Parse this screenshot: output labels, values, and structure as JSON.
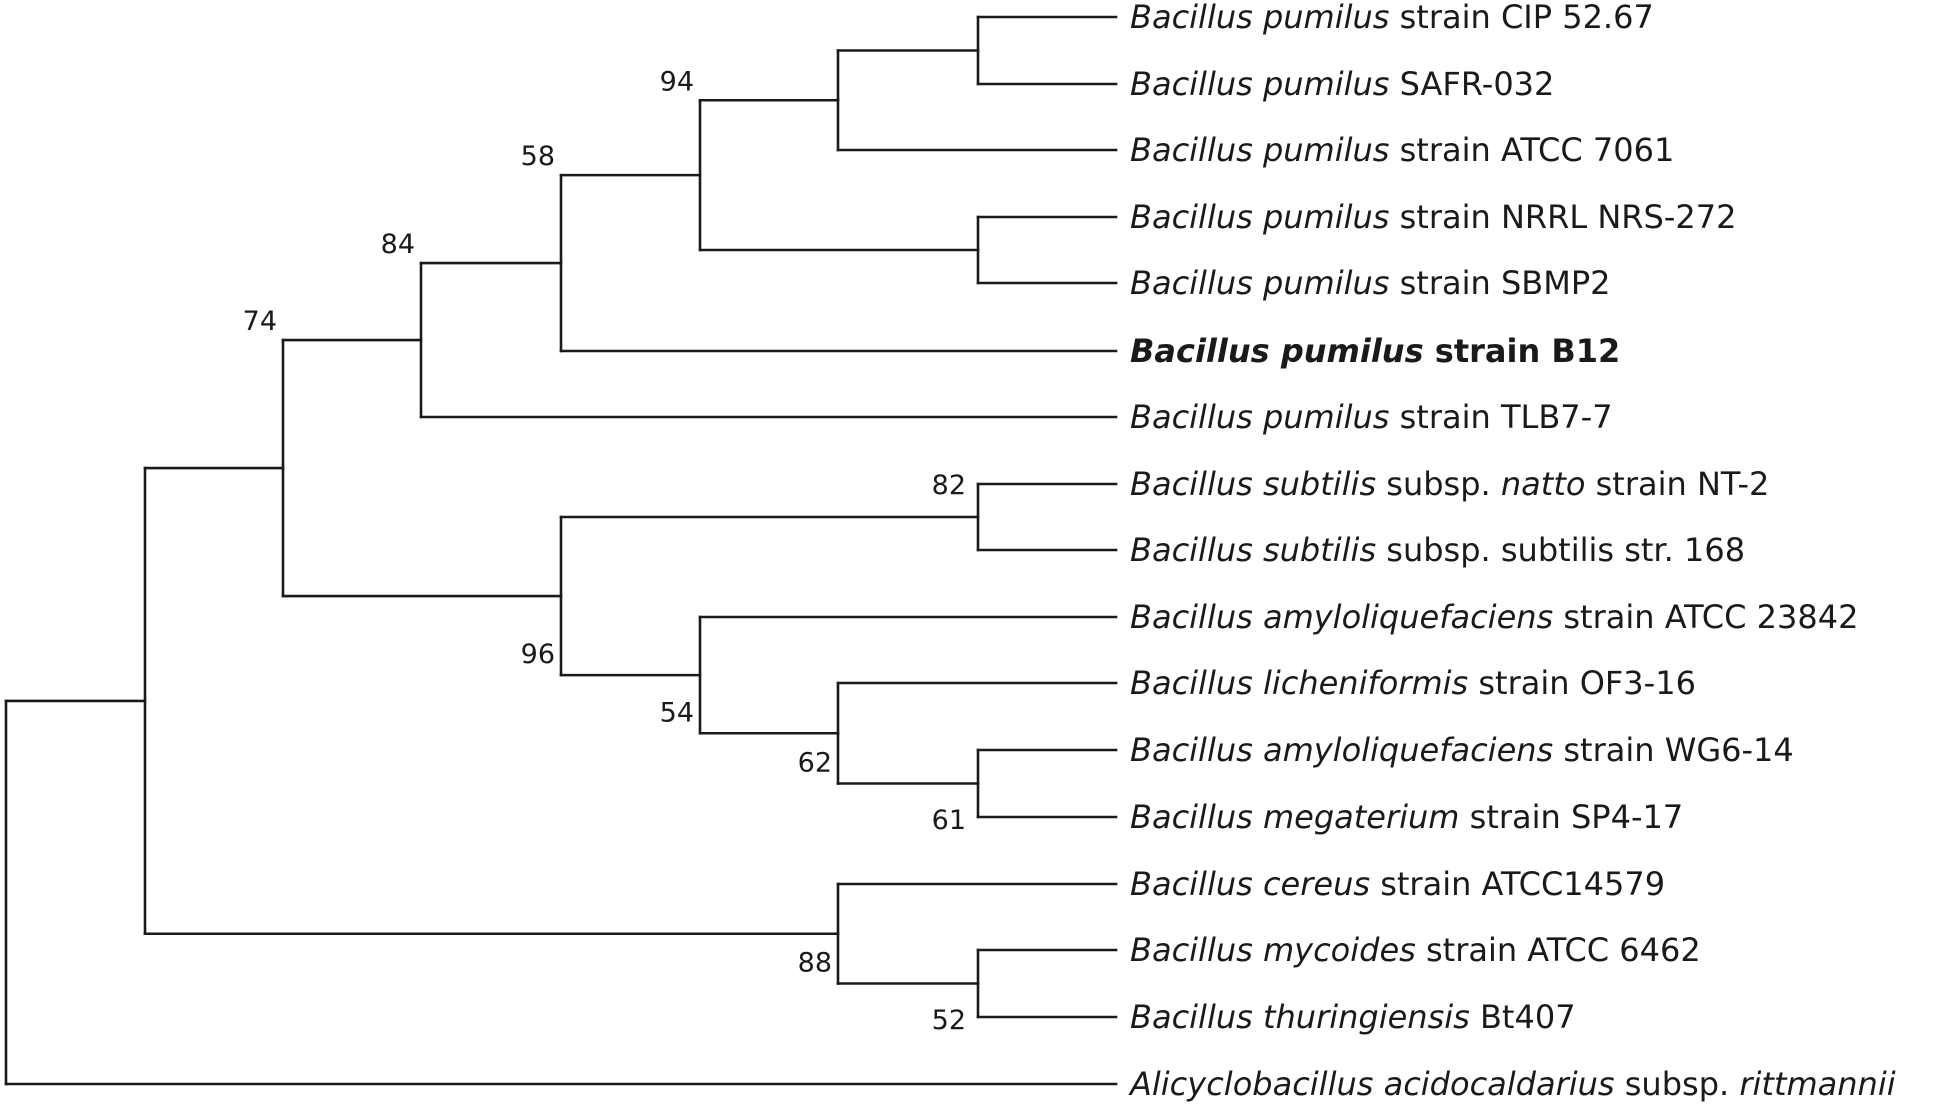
{
  "tree": {
    "taxa": [
      {
        "id": "t1",
        "parts": [
          {
            "text": "Bacillus pumilus",
            "italic": true
          },
          {
            "text": " strain CIP 52.67",
            "italic": false
          }
        ]
      },
      {
        "id": "t2",
        "parts": [
          {
            "text": "Bacillus pumilus",
            "italic": true
          },
          {
            "text": " SAFR-032",
            "italic": false
          }
        ]
      },
      {
        "id": "t3",
        "parts": [
          {
            "text": "Bacillus pumilus",
            "italic": true
          },
          {
            "text": " strain ATCC 7061",
            "italic": false
          }
        ]
      },
      {
        "id": "t4",
        "parts": [
          {
            "text": "Bacillus pumilus",
            "italic": true
          },
          {
            "text": " strain NRRL NRS-272",
            "italic": false
          }
        ]
      },
      {
        "id": "t5",
        "parts": [
          {
            "text": "Bacillus pumilus",
            "italic": true
          },
          {
            "text": " strain SBMP2",
            "italic": false
          }
        ]
      },
      {
        "id": "t6",
        "bold": true,
        "parts": [
          {
            "text": "Bacillus pumilus",
            "italic": true
          },
          {
            "text": " strain B12",
            "italic": false
          }
        ]
      },
      {
        "id": "t7",
        "parts": [
          {
            "text": "Bacillus pumilus",
            "italic": true
          },
          {
            "text": " strain TLB7-7",
            "italic": false
          }
        ]
      },
      {
        "id": "t8",
        "parts": [
          {
            "text": "Bacillus subtilis",
            "italic": true
          },
          {
            "text": " subsp. ",
            "italic": false
          },
          {
            "text": "natto",
            "italic": true
          },
          {
            "text": " strain NT-2",
            "italic": false
          }
        ]
      },
      {
        "id": "t9",
        "parts": [
          {
            "text": "Bacillus subtilis",
            "italic": true
          },
          {
            "text": " subsp. subtilis str. 168",
            "italic": false
          }
        ]
      },
      {
        "id": "t10",
        "parts": [
          {
            "text": "Bacillus amyloliquefaciens",
            "italic": true
          },
          {
            "text": " strain ATCC 23842",
            "italic": false
          }
        ]
      },
      {
        "id": "t11",
        "parts": [
          {
            "text": "Bacillus licheniformis",
            "italic": true
          },
          {
            "text": " strain OF3-16",
            "italic": false
          }
        ]
      },
      {
        "id": "t12",
        "parts": [
          {
            "text": "Bacillus amyloliquefaciens",
            "italic": true
          },
          {
            "text": " strain WG6-14",
            "italic": false
          }
        ]
      },
      {
        "id": "t13",
        "parts": [
          {
            "text": "Bacillus megaterium",
            "italic": true
          },
          {
            "text": " strain SP4-17",
            "italic": false
          }
        ]
      },
      {
        "id": "t14",
        "parts": [
          {
            "text": "Bacillus cereus",
            "italic": true
          },
          {
            "text": " strain ATCC14579",
            "italic": false
          }
        ]
      },
      {
        "id": "t15",
        "parts": [
          {
            "text": "Bacillus mycoides",
            "italic": true
          },
          {
            "text": " strain ATCC 6462",
            "italic": false
          }
        ]
      },
      {
        "id": "t16",
        "parts": [
          {
            "text": "Bacillus thuringiensis",
            "italic": true
          },
          {
            "text": " Bt407",
            "italic": false
          }
        ]
      },
      {
        "id": "t17",
        "parts": [
          {
            "text": "Alicyclobacillus acidocaldarius",
            "italic": true
          },
          {
            "text": " subsp. ",
            "italic": false
          },
          {
            "text": "rittmannii",
            "italic": true
          }
        ]
      }
    ],
    "bootstrap": [
      {
        "node": "n_pumilus_core",
        "value": "94"
      },
      {
        "node": "n_pumilus_b12",
        "value": "58"
      },
      {
        "node": "n_pumilus_all",
        "value": "84"
      },
      {
        "node": "n_subtilis_group",
        "value": "74"
      },
      {
        "node": "n_natto_168",
        "value": "82"
      },
      {
        "node": "n_subtilis_amylo",
        "value": "96"
      },
      {
        "node": "n_amylo_lich",
        "value": "54"
      },
      {
        "node": "n_lich_group",
        "value": "62"
      },
      {
        "node": "n_wg6_sp4",
        "value": "61"
      },
      {
        "node": "n_cereus_group",
        "value": "88"
      },
      {
        "node": "n_myco_thur",
        "value": "52"
      }
    ]
  }
}
